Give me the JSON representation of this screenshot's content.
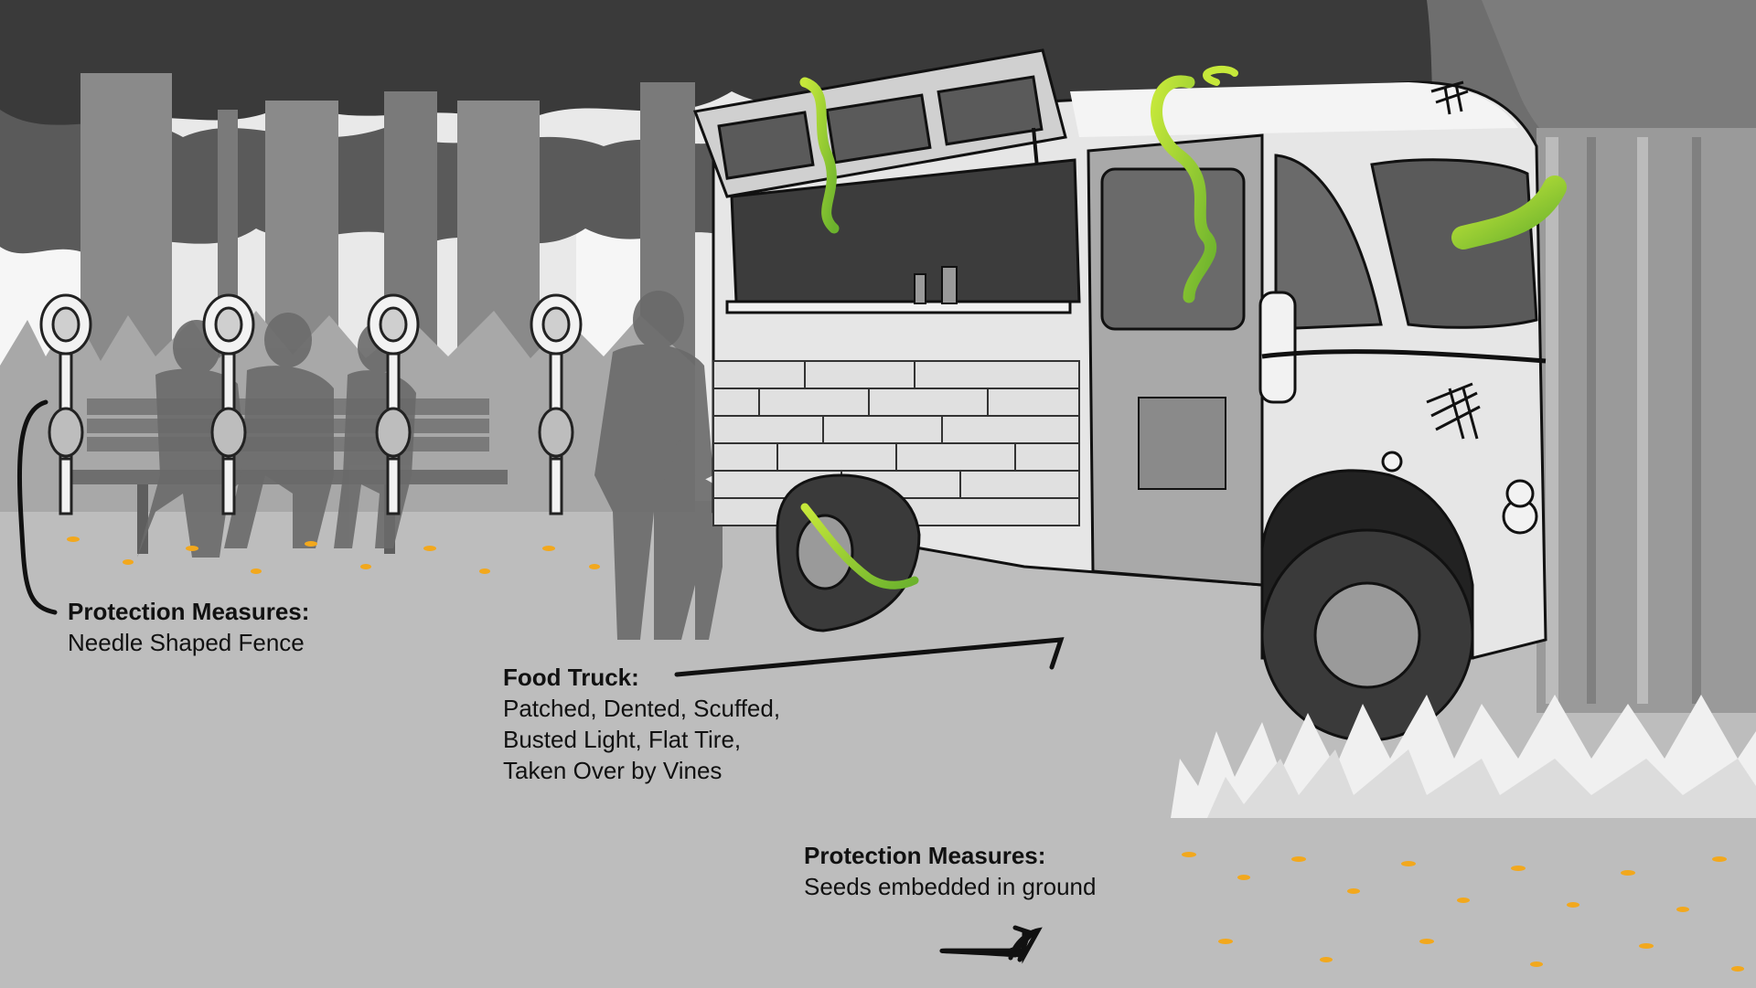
{
  "captions": {
    "fence": {
      "title": "Protection Measures:",
      "lines": [
        "Needle Shaped Fence"
      ]
    },
    "truck": {
      "title": "Food Truck:",
      "lines": [
        "Patched, Dented, Scuffed,",
        "Busted Light, Flat Tire,",
        "Taken Over by Vines"
      ]
    },
    "seeds": {
      "title": "Protection Measures:",
      "lines": [
        "Seeds embedded in ground"
      ]
    }
  },
  "colors": {
    "sky": "#f2f2f2",
    "ground": "#bdbdbd",
    "canopy_dark": "#3a3a3a",
    "canopy_mid": "#6e6e6e",
    "trunk": "#8a8a8a",
    "silhouette": "#6a6a6a",
    "truck_body": "#e6e6e6",
    "truck_door": "#a9a9a9",
    "vine_light": "#c6e83a",
    "vine_dark": "#6bb22d",
    "leaf": "#f2a81d",
    "line": "#111111"
  }
}
